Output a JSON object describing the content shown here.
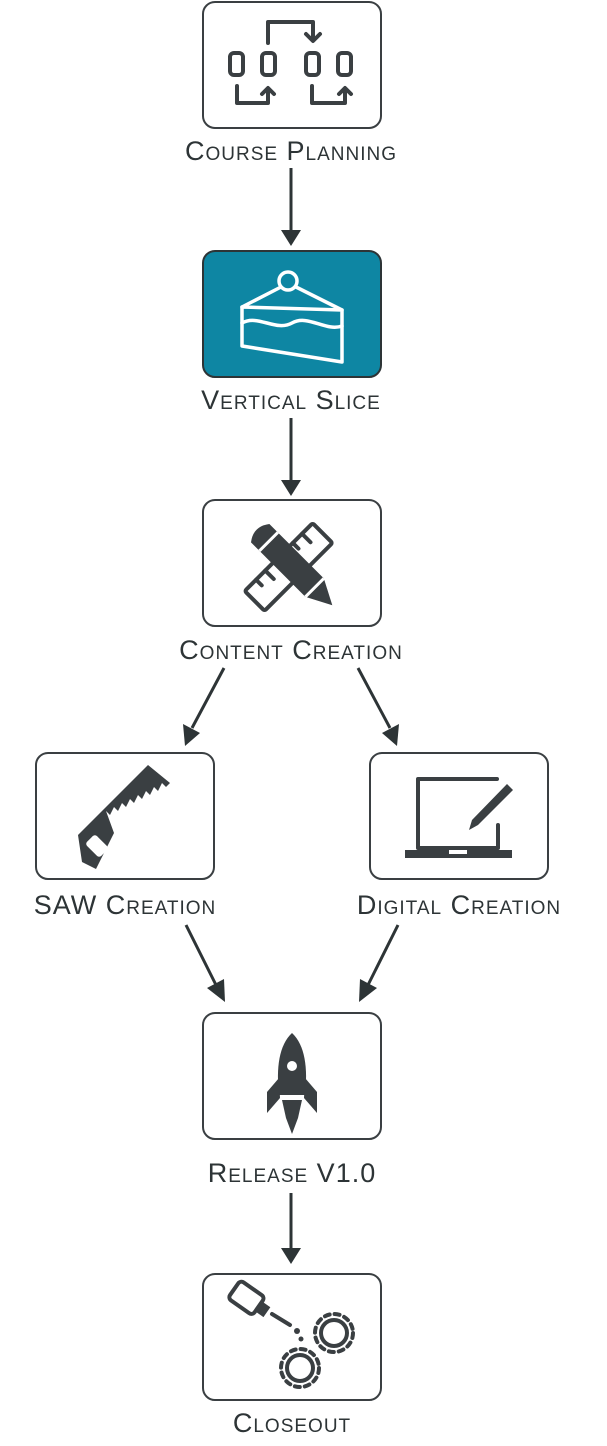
{
  "nodes": [
    {
      "id": "course-planning",
      "label": "Course Planning",
      "icon": "workflow-icon",
      "active": false
    },
    {
      "id": "vertical-slice",
      "label": "Vertical Slice",
      "icon": "cake-slice-icon",
      "active": true
    },
    {
      "id": "content-creation",
      "label": "Content Creation",
      "icon": "ruler-pencil-icon",
      "active": false
    },
    {
      "id": "saw-creation",
      "label": "SAW Creation",
      "icon": "saw-icon",
      "active": false
    },
    {
      "id": "digital-creation",
      "label": "Digital Creation",
      "icon": "laptop-stylus-icon",
      "active": false
    },
    {
      "id": "release",
      "label": "Release V1.0",
      "icon": "rocket-icon",
      "active": false
    },
    {
      "id": "closeout",
      "label": "Closeout",
      "icon": "oil-can-gears-icon",
      "active": false
    }
  ],
  "edges": [
    {
      "from": "course-planning",
      "to": "vertical-slice"
    },
    {
      "from": "vertical-slice",
      "to": "content-creation"
    },
    {
      "from": "content-creation",
      "to": "saw-creation"
    },
    {
      "from": "content-creation",
      "to": "digital-creation"
    },
    {
      "from": "saw-creation",
      "to": "release"
    },
    {
      "from": "digital-creation",
      "to": "release"
    },
    {
      "from": "release",
      "to": "closeout"
    }
  ],
  "colors": {
    "active_fill": "#0e86a3",
    "stroke": "#3a3f42",
    "text": "#2d3436"
  }
}
